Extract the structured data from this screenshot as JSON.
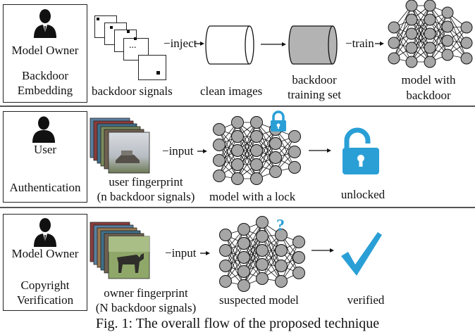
{
  "section1": {
    "actor": "Model Owner",
    "stage_line1": "Backdoor",
    "stage_line2": "Embedding",
    "signals_ellipsis": "...",
    "signals_label": "backdoor signals",
    "inject_label": "−inject",
    "clean_label": "clean images",
    "training_line1": "backdoor",
    "training_line2": "training set",
    "train_label": "−train",
    "model_line1": "model with",
    "model_line2": "backdoor"
  },
  "section2": {
    "actor": "User",
    "stage": "Authentication",
    "fingerprint_line1": "user fingerprint",
    "fingerprint_line2": "(n backdoor signals)",
    "input_label": "−input",
    "model_label": "model with a lock",
    "result_label": "unlocked"
  },
  "section3": {
    "actor": "Model Owner",
    "stage_line1": "Copyright",
    "stage_line2": "Verification",
    "fingerprint_line1": "owner fingerprint",
    "fingerprint_line2": "(N backdoor signals)",
    "input_label": "−input",
    "model_label": "suspected model",
    "question_mark": "?",
    "result_label": "verified"
  },
  "caption": "Fig. 1: The overall flow of the proposed technique",
  "colors": {
    "accent_blue": "#2a9fd6",
    "node_gray": "#a6a6a6",
    "cylinder_gray": "#b3b3b3"
  }
}
